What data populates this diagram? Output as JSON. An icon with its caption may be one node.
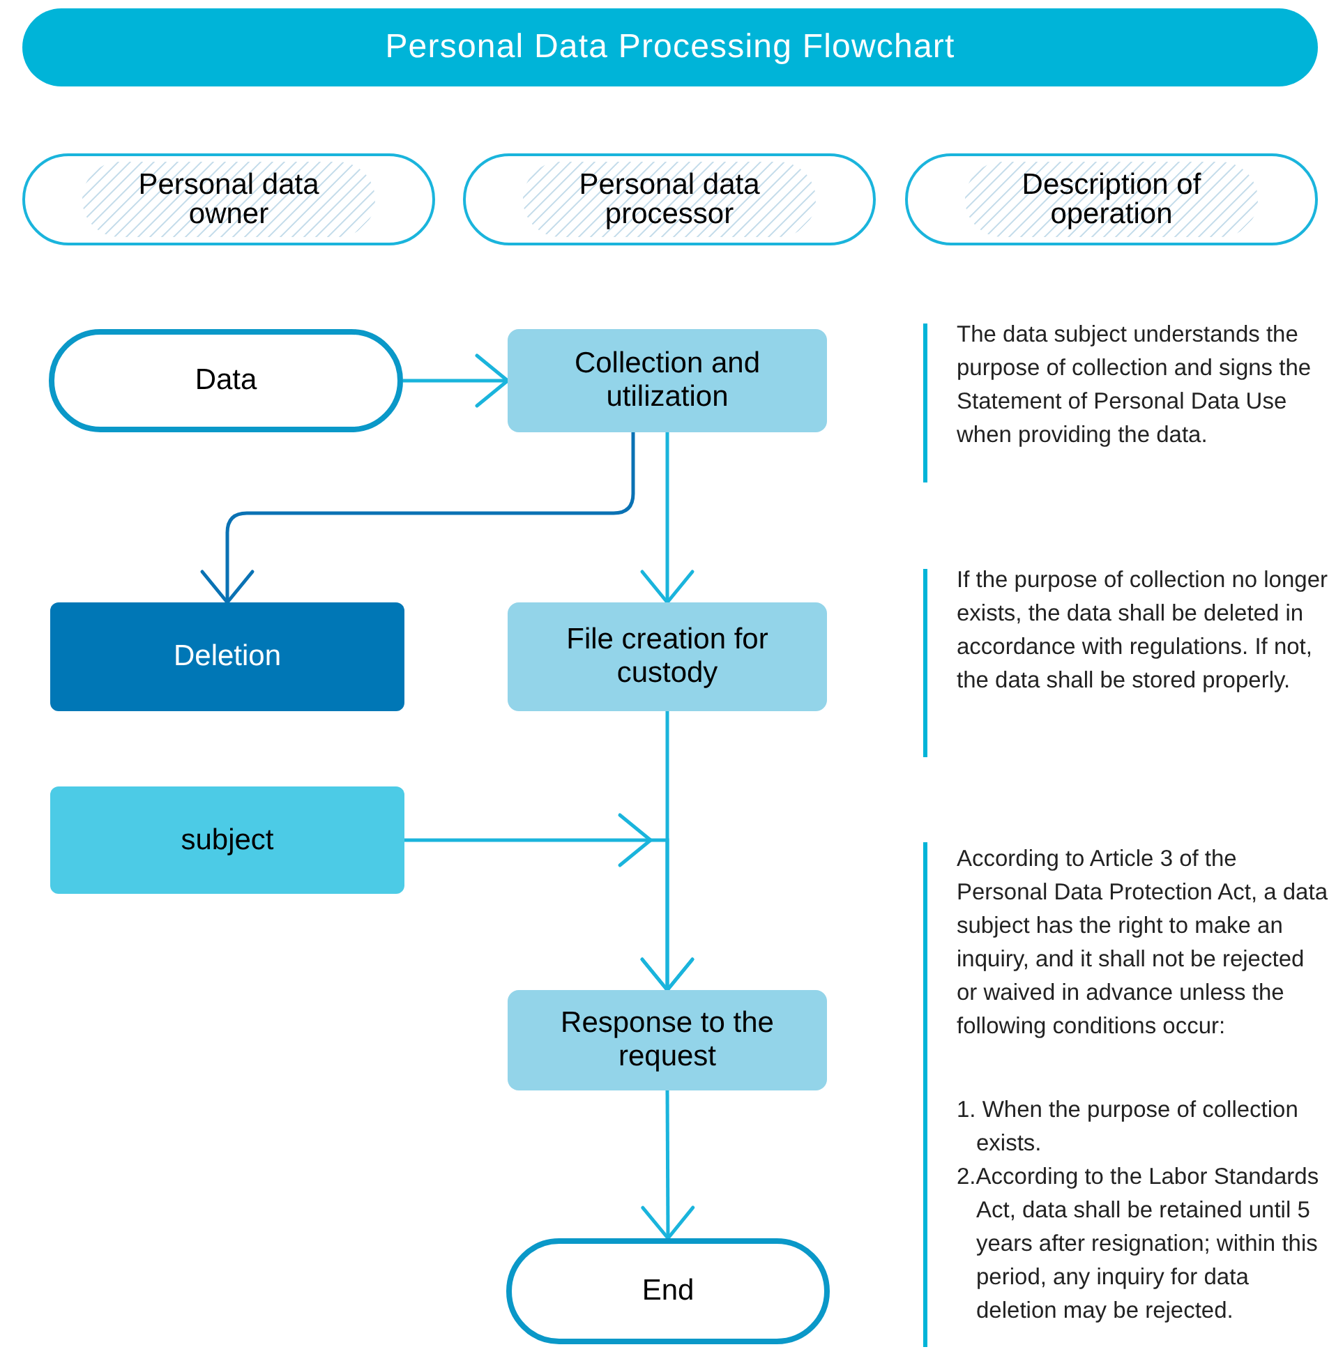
{
  "diagram": {
    "title": "Personal Data Processing Flowchart",
    "nodes": [
      {
        "text": [
          "Personal data owner"
        ]
      },
      {
        "text": [
          "Personal data processor"
        ]
      },
      {
        "text": [
          "Description of operation"
        ]
      },
      {
        "text": [
          "Data"
        ]
      },
      {
        "text": [
          "Collection and utilization"
        ]
      },
      {
        "text": [
          "Deletion"
        ]
      },
      {
        "text": [
          "File creation for custody"
        ]
      },
      {
        "text": [
          "subject"
        ]
      },
      {
        "text": [
          "Response to the request"
        ]
      },
      {
        "text": [
          "End"
        ]
      }
    ],
    "edges": [
      {
        "from": 3,
        "to": 4,
        "arrow": "to"
      },
      {
        "from": 4,
        "to": 5,
        "arrow": "to",
        "color": "#0a72b4"
      },
      {
        "from": 4,
        "to": 6,
        "arrow": "to"
      },
      {
        "from": 6,
        "to": 8,
        "arrow": "to"
      },
      {
        "from": 7,
        "to": 8,
        "arrow": "to"
      },
      {
        "from": 8,
        "to": 9,
        "arrow": "to"
      }
    ],
    "labels": [
      "The data subject understands the purpose of collection and signs the Statement of Personal Data Use when providing the data.",
      "If the purpose of collection no longer exists, the data shall be deleted in accordance with regulations. If not, the data shall be stored properly.",
      "According to Article 3 of the Personal Data Protection Act, a data subject has the right to make an inquiry, and it shall not be rejected or waived in advance unless the following conditions occur:",
      "1. When the purpose of collection exists.",
      "2.According to the Labor Standards Act, data shall be retained until 5 years after resignation; within this period, any inquiry for data deletion may be rejected."
    ]
  }
}
